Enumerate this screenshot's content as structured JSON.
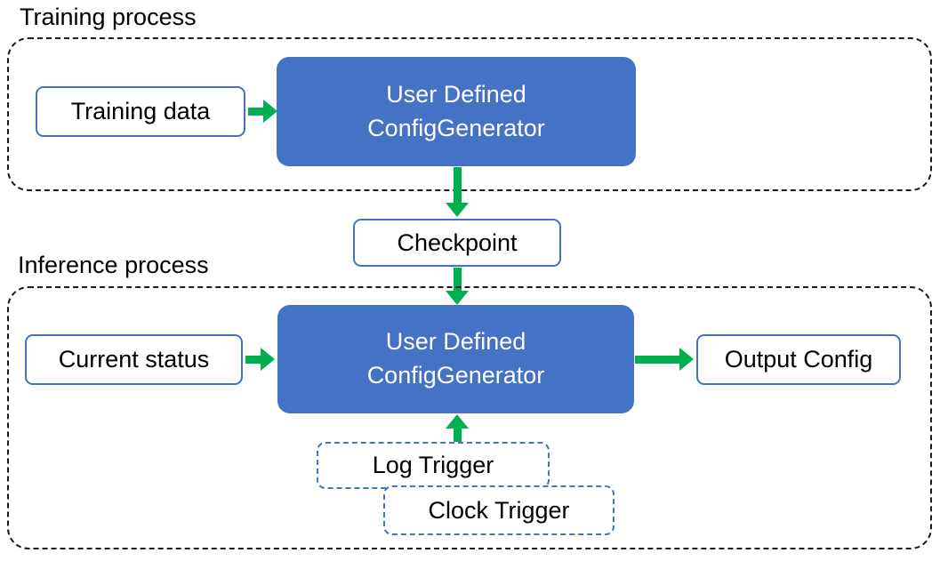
{
  "colors": {
    "box_blue": "#4472C4",
    "box_border_blue": "#4472C4",
    "arrow_green": "#00B050",
    "section_dash": "#1a1a1a",
    "text_dark": "#000000",
    "text_light": "#ffffff"
  },
  "training": {
    "section_label": "Training process",
    "training_data_label": "Training data",
    "generator_line1": "User Defined",
    "generator_line2": "ConfigGenerator"
  },
  "checkpoint_label": "Checkpoint",
  "inference": {
    "section_label": "Inference process",
    "current_status_label": "Current status",
    "generator_line1": "User Defined",
    "generator_line2": "ConfigGenerator",
    "output_config_label": "Output Config",
    "log_trigger_label": "Log Trigger",
    "clock_trigger_label": "Clock Trigger"
  }
}
